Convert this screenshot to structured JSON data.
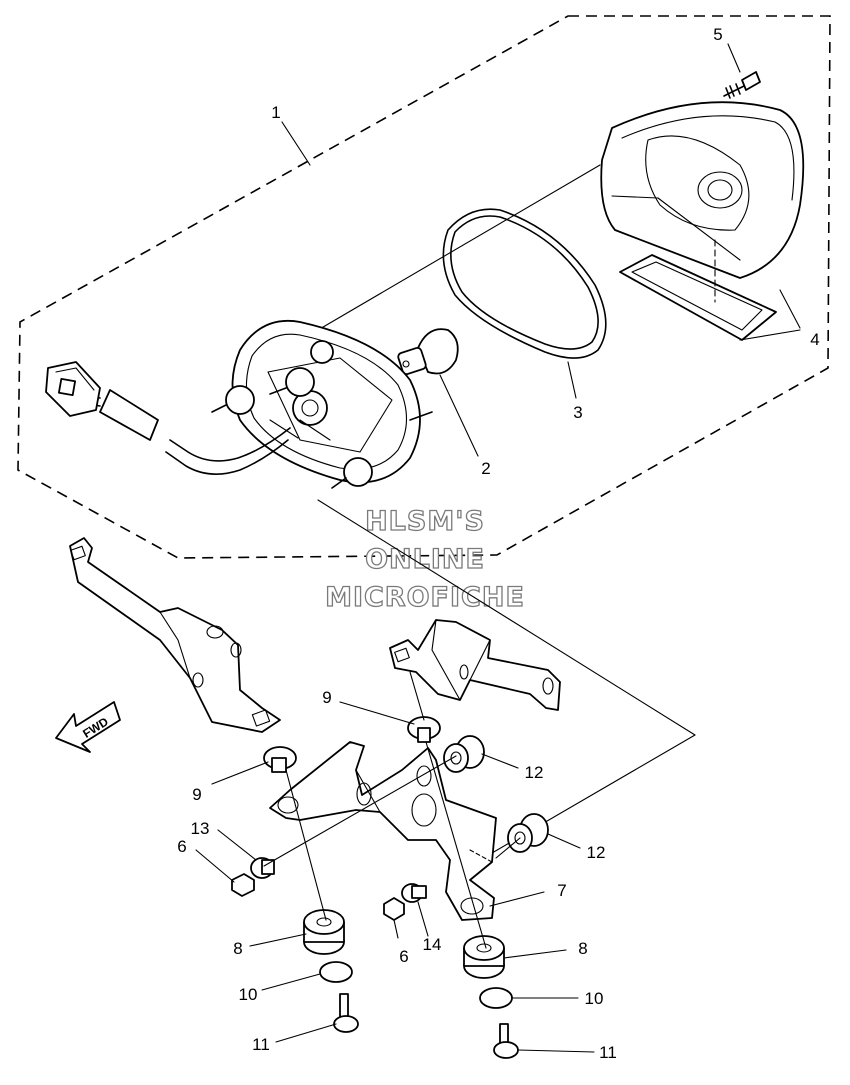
{
  "watermark": {
    "line1": "HLSM'S",
    "line2": "ONLINE",
    "line3": "MICROFICHE"
  },
  "direction_marker": {
    "text": "FWD",
    "icon": "fwd-arrow-icon"
  },
  "callouts": [
    {
      "id": "callout-1",
      "label": "1"
    },
    {
      "id": "callout-2",
      "label": "2"
    },
    {
      "id": "callout-3",
      "label": "3"
    },
    {
      "id": "callout-4",
      "label": "4"
    },
    {
      "id": "callout-5",
      "label": "5"
    },
    {
      "id": "callout-6a",
      "label": "6"
    },
    {
      "id": "callout-6b",
      "label": "6"
    },
    {
      "id": "callout-7",
      "label": "7"
    },
    {
      "id": "callout-8a",
      "label": "8"
    },
    {
      "id": "callout-8b",
      "label": "8"
    },
    {
      "id": "callout-9a",
      "label": "9"
    },
    {
      "id": "callout-9b",
      "label": "9"
    },
    {
      "id": "callout-10a",
      "label": "10"
    },
    {
      "id": "callout-10b",
      "label": "10"
    },
    {
      "id": "callout-11a",
      "label": "11"
    },
    {
      "id": "callout-11b",
      "label": "11"
    },
    {
      "id": "callout-12a",
      "label": "12"
    },
    {
      "id": "callout-12b",
      "label": "12"
    },
    {
      "id": "callout-13",
      "label": "13"
    },
    {
      "id": "callout-14",
      "label": "14"
    }
  ]
}
